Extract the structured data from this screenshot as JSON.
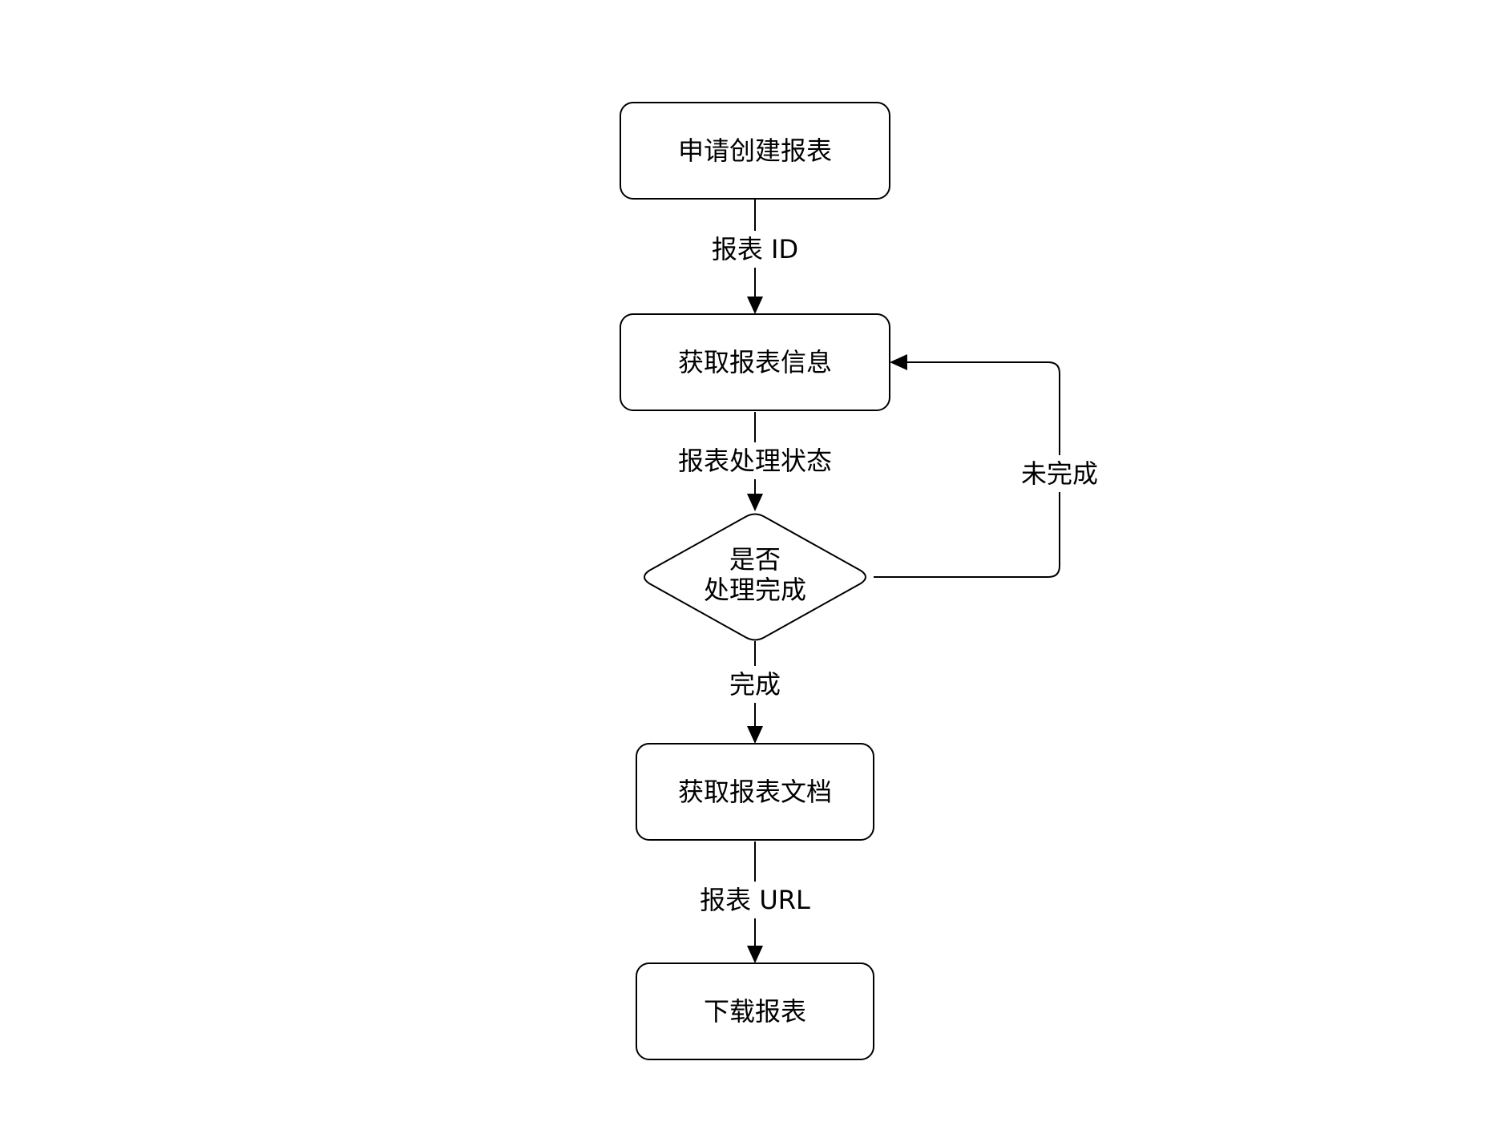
{
  "nodes": {
    "create_request": {
      "label": "申请创建报表"
    },
    "get_info": {
      "label": "获取报表信息"
    },
    "decision": {
      "line1": "是否",
      "line2": "处理完成"
    },
    "get_document": {
      "label": "获取报表文档"
    },
    "download": {
      "label": "下载报表"
    }
  },
  "edges": {
    "report_id": {
      "label": "报表 ID"
    },
    "processing_status": {
      "label": "报表处理状态"
    },
    "not_complete": {
      "label": "未完成"
    },
    "complete": {
      "label": "完成"
    },
    "report_url": {
      "label": "报表 URL"
    }
  },
  "colors": {
    "stroke": "#000000",
    "fill": "#ffffff",
    "text": "#000000"
  }
}
